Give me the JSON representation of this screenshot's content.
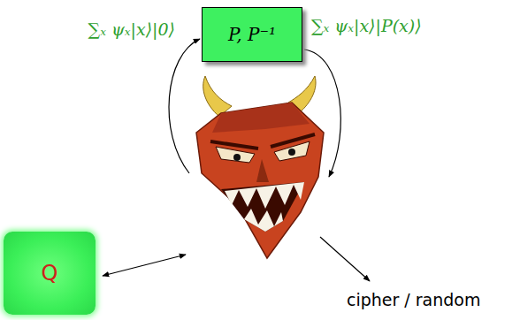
{
  "diagram": {
    "nodes": [
      {
        "text": [
          "P, P⁻¹"
        ]
      },
      {
        "text": [
          "Q"
        ]
      }
    ],
    "labels": [
      "∑ₓ ψₓ|x⟩|0⟩",
      "∑ₓ ψₓ|x⟩|P(x)⟩",
      "cipher / random"
    ]
  }
}
